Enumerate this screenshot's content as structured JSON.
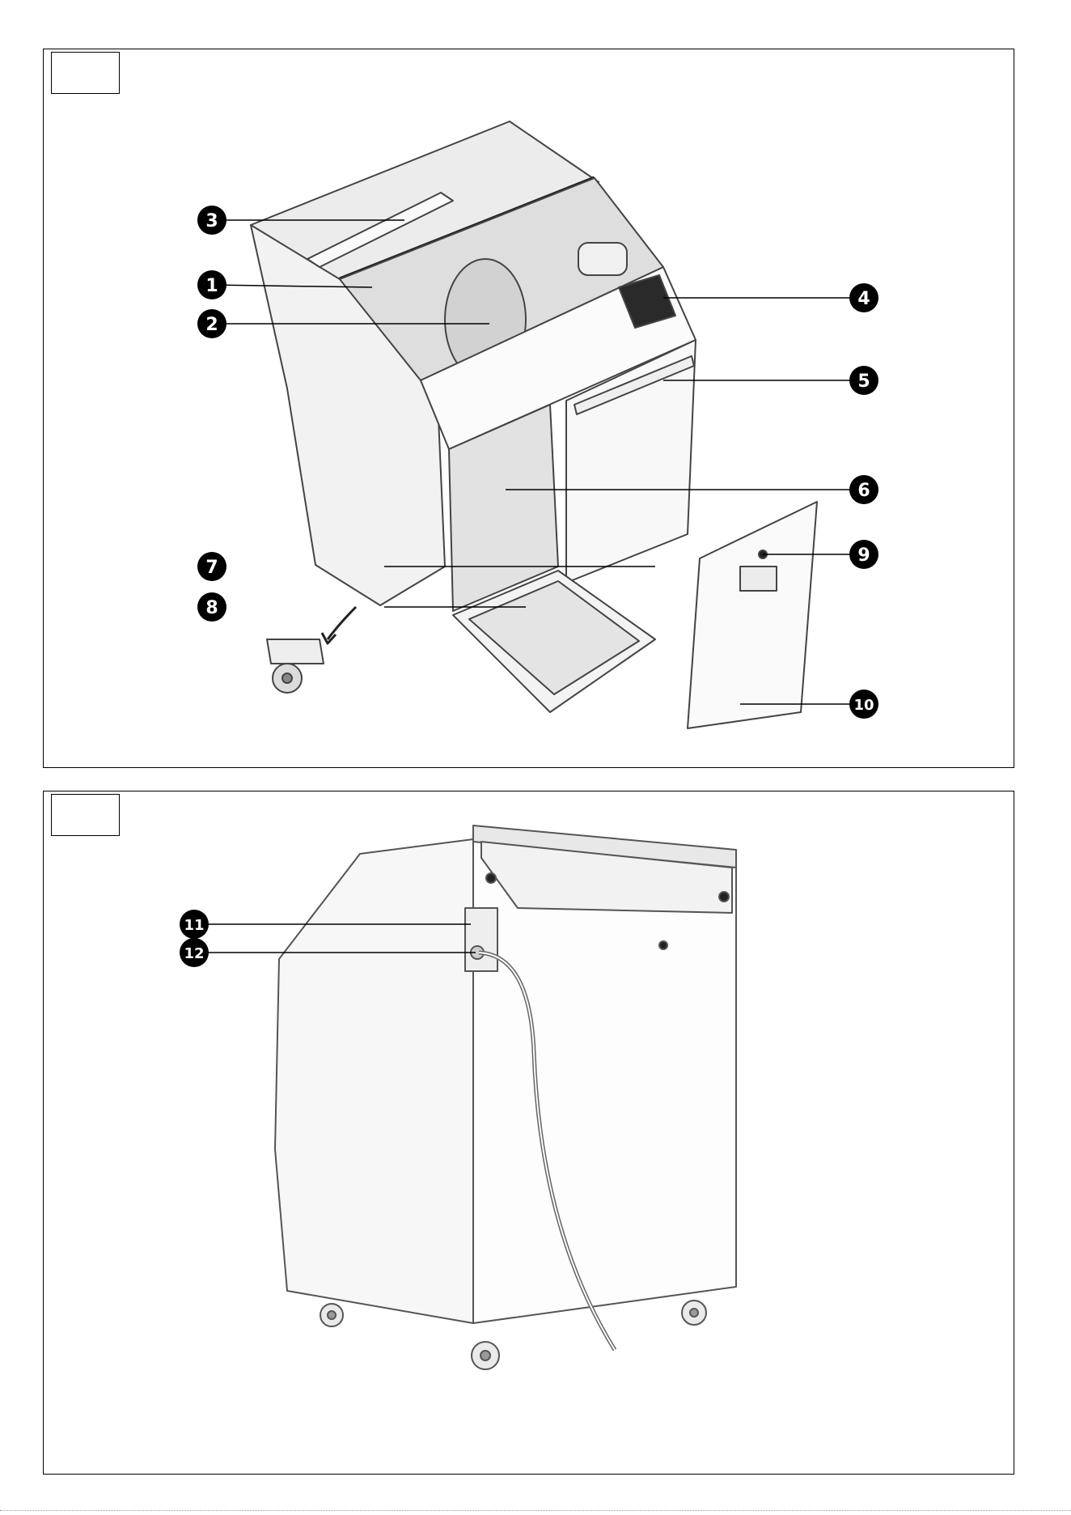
{
  "figures": [
    {
      "label": "",
      "callouts": [
        "1",
        "2",
        "3",
        "4",
        "5",
        "6",
        "7",
        "8",
        "9",
        "10"
      ]
    },
    {
      "label": "",
      "callouts": [
        "11",
        "12"
      ]
    }
  ],
  "colors": {
    "line": "#000000",
    "callout_fill": "#000000",
    "callout_text": "#ffffff",
    "machine_body": "#f7f7f7",
    "machine_shadow": "#e6e6e6",
    "machine_edge": "#444444",
    "screen": "#2a2a2a"
  }
}
